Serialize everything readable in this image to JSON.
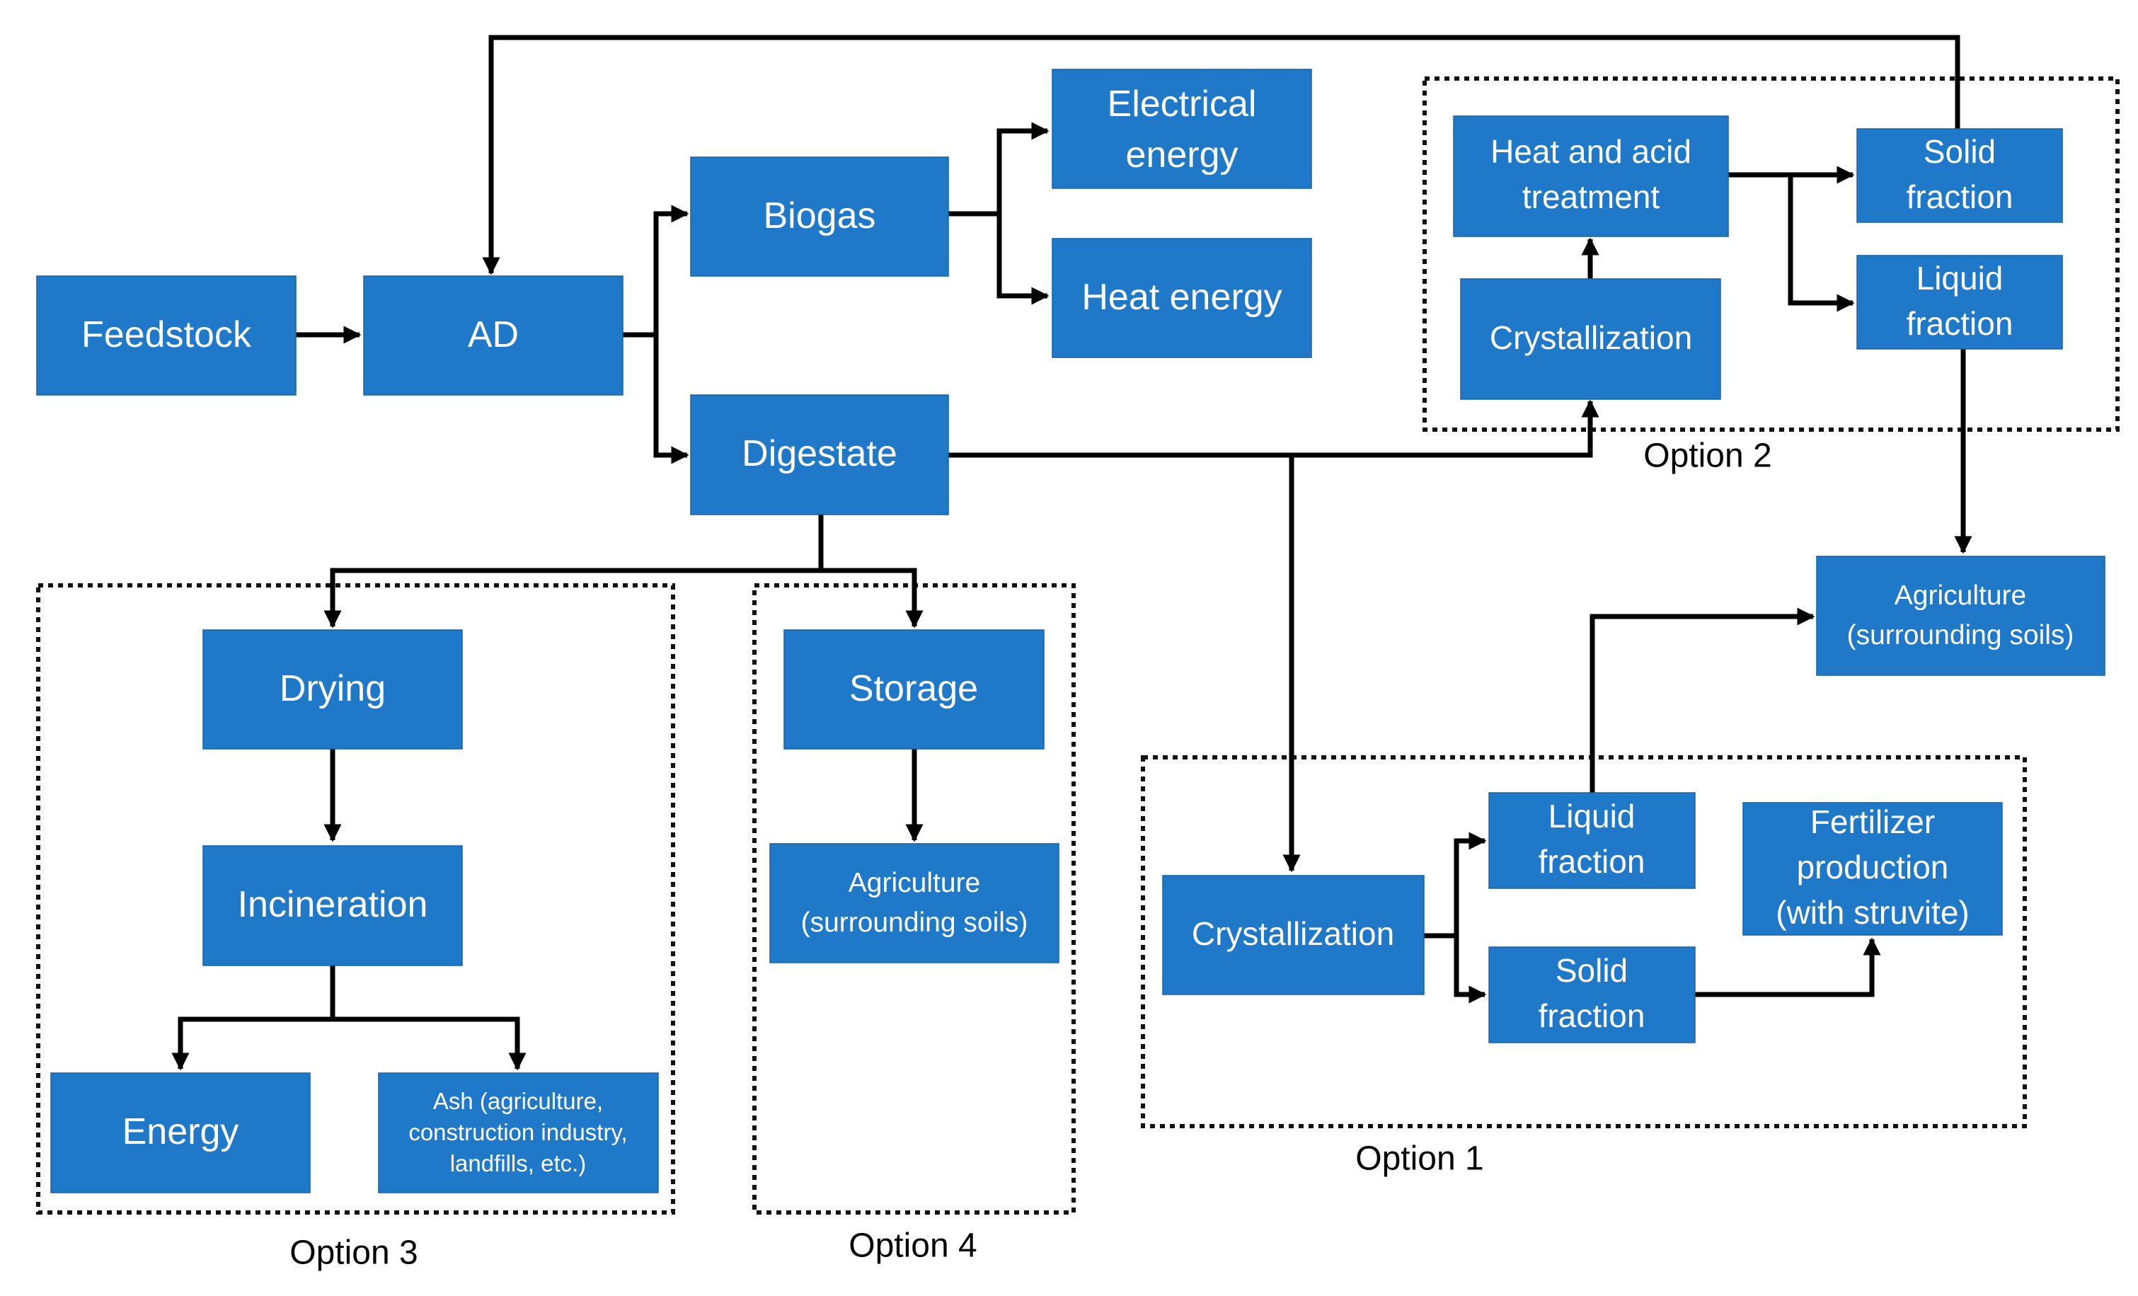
{
  "nodes": {
    "feedstock": [
      "Feedstock"
    ],
    "ad": [
      "AD"
    ],
    "biogas": [
      "Biogas"
    ],
    "electrical_energy": [
      "Electrical",
      "energy"
    ],
    "heat_energy": [
      "Heat energy"
    ],
    "digestate": [
      "Digestate"
    ],
    "opt2_heat_acid": [
      "Heat and acid",
      "treatment"
    ],
    "opt2_crystallization": [
      "Crystallization"
    ],
    "opt2_solid_fraction": [
      "Solid",
      "fraction"
    ],
    "opt2_liquid_fraction": [
      "Liquid",
      "fraction"
    ],
    "agriculture_right": [
      "Agriculture",
      "(surrounding soils)"
    ],
    "opt1_crystallization": [
      "Crystallization"
    ],
    "opt1_liquid_fraction": [
      "Liquid",
      "fraction"
    ],
    "opt1_solid_fraction": [
      "Solid",
      "fraction"
    ],
    "opt1_fertilizer": [
      "Fertilizer",
      "production",
      "(with struvite)"
    ],
    "opt3_drying": [
      "Drying"
    ],
    "opt3_incineration": [
      "Incineration"
    ],
    "opt3_energy": [
      "Energy"
    ],
    "opt3_ash": [
      "Ash (agriculture,",
      "construction industry,",
      "landfills, etc.)"
    ],
    "opt4_storage": [
      "Storage"
    ],
    "opt4_agriculture": [
      "Agriculture",
      "(surrounding soils)"
    ]
  },
  "groups": {
    "option1": "Option 1",
    "option2": "Option 2",
    "option3": "Option 3",
    "option4": "Option 4"
  },
  "colors": {
    "node_fill": "#1F78C8",
    "node_text": "#FFFFFF",
    "line": "#000000"
  }
}
